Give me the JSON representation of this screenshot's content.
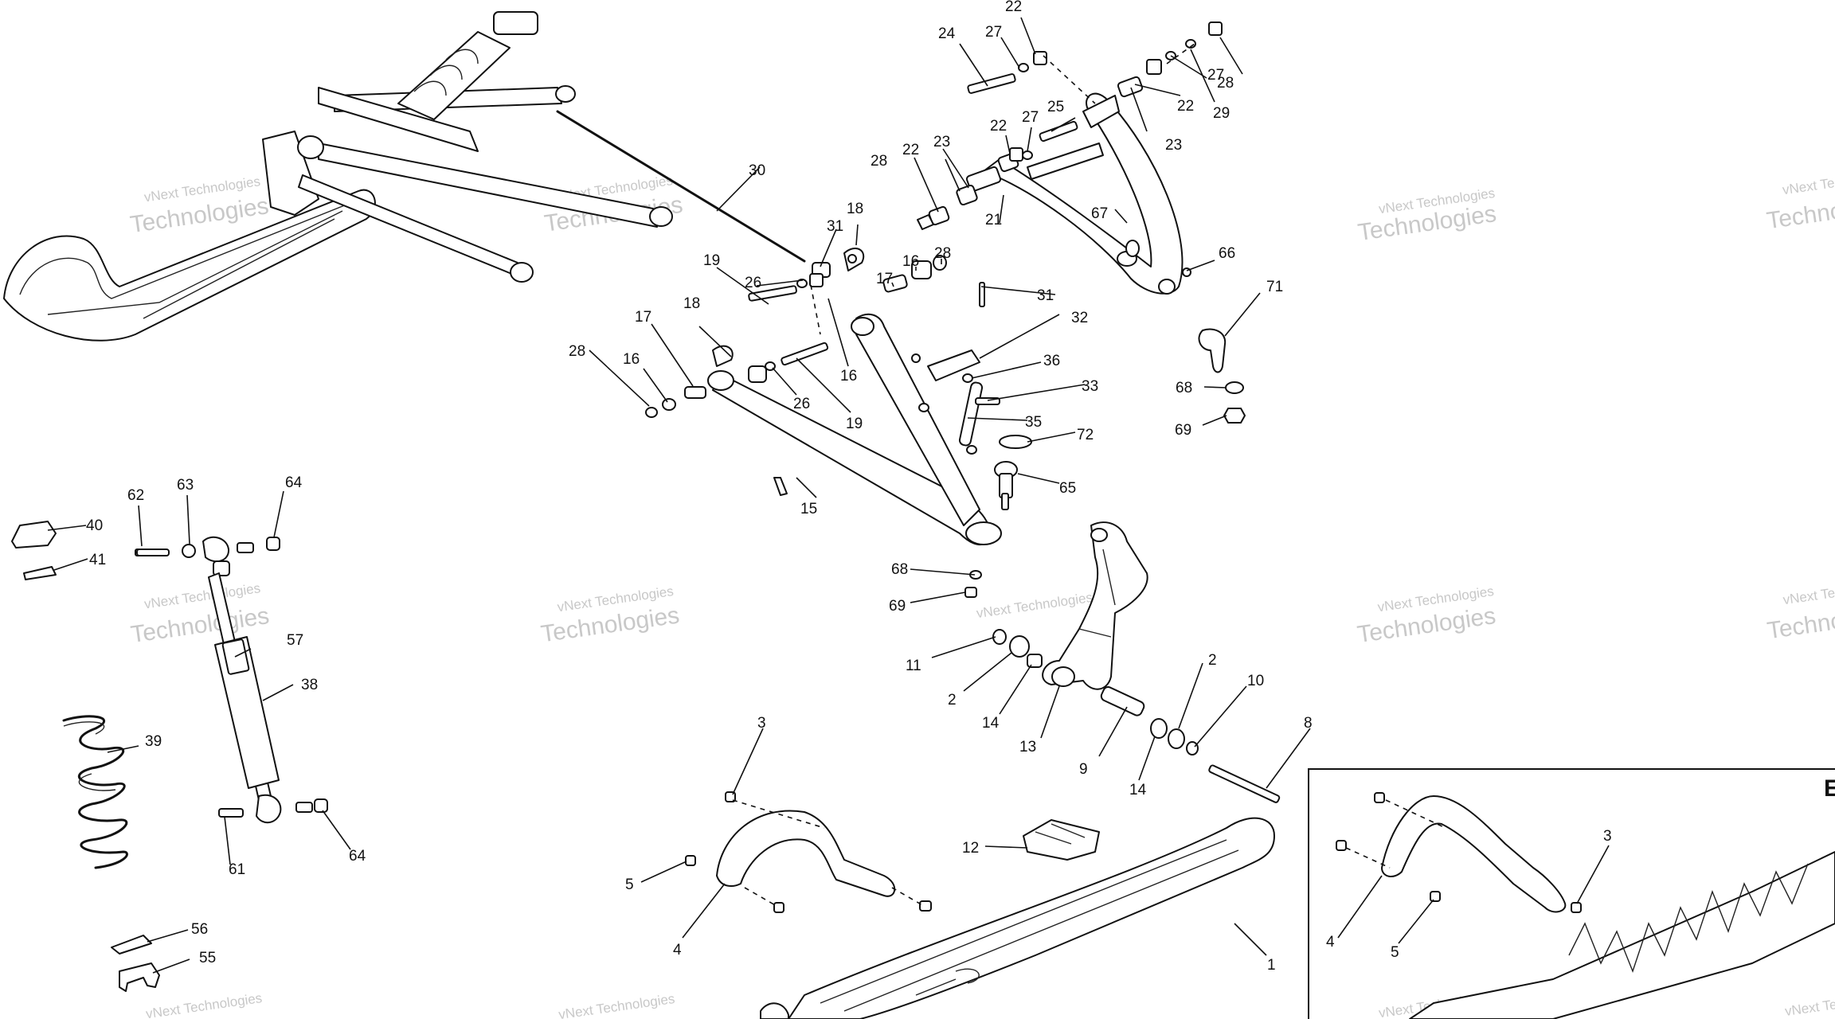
{
  "watermark": {
    "line1": "vNext Technologies",
    "line2": "Technologies",
    "prefix": "vNext"
  },
  "inset": {
    "label": "E"
  },
  "callouts": {
    "c1": "1",
    "c2a": "2",
    "c2b": "2",
    "c3a": "3",
    "c3b": "3",
    "c4a": "4",
    "c4b": "4",
    "c5a": "5",
    "c5b": "5",
    "c8": "8",
    "c9": "9",
    "c10": "10",
    "c11": "11",
    "c12": "12",
    "c13": "13",
    "c14a": "14",
    "c14b": "14",
    "c15": "15",
    "c16a": "16",
    "c16b": "16",
    "c16c": "16",
    "c17a": "17",
    "c17b": "17",
    "c18a": "18",
    "c18b": "18",
    "c19a": "19",
    "c19b": "19",
    "c21": "21",
    "c22a": "22",
    "c22b": "22",
    "c22c": "22",
    "c22d": "22",
    "c23a": "23",
    "c23b": "23",
    "c24": "24",
    "c25": "25",
    "c26a": "26",
    "c26b": "26",
    "c27a": "27",
    "c27b": "27",
    "c27c": "27",
    "c28a": "28",
    "c28b": "28",
    "c28c": "28",
    "c28d": "28",
    "c29": "29",
    "c30": "30",
    "c31a": "31",
    "c31b": "31",
    "c32": "32",
    "c33": "33",
    "c35": "35",
    "c36": "36",
    "c38": "38",
    "c39": "39",
    "c40": "40",
    "c41": "41",
    "c55": "55",
    "c56": "56",
    "c57": "57",
    "c61": "61",
    "c62": "62",
    "c63": "63",
    "c64a": "64",
    "c64b": "64",
    "c65": "65",
    "c66": "66",
    "c67": "67",
    "c68a": "68",
    "c68b": "68",
    "c69a": "69",
    "c69b": "69",
    "c71": "71",
    "c72": "72"
  }
}
